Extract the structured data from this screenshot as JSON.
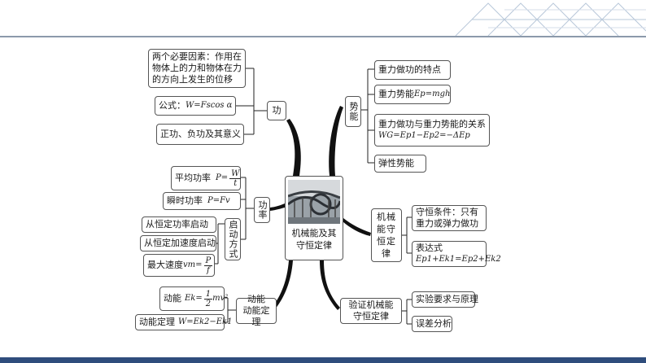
{
  "center": {
    "title": "机械能及其\n守恒定律"
  },
  "branches": {
    "work": {
      "label": "功",
      "items": [
        {
          "text": "两个必要因素：作用在物体上的力和物体在力的方向上发生的位移"
        },
        {
          "label": "公式：",
          "formula": "W=Fscos α"
        },
        {
          "text": "正功、负功及其意义"
        }
      ]
    },
    "power": {
      "label": "功率",
      "items": [
        {
          "label": "平均功率",
          "formula_left": "P=",
          "num": "W",
          "den": "t"
        },
        {
          "label": "瞬时功率",
          "formula": "P=Fv"
        }
      ],
      "startup": {
        "label": "启动方式",
        "items": [
          {
            "text": "从恒定功率启动"
          },
          {
            "text": "从恒定加速度启动"
          },
          {
            "label": "最大速度",
            "formula_left": "vm=",
            "num": "P",
            "den": "f"
          }
        ]
      }
    },
    "kinetic": {
      "label": "动能\n动能定理",
      "items": [
        {
          "label": "动能",
          "formula_left": "Ek=",
          "num": "1",
          "den": "2",
          "formula_right": "mv²"
        },
        {
          "label": "动能定理",
          "formula": "W=Ek2−Ek1"
        }
      ]
    },
    "potential": {
      "label": "势能",
      "items": [
        {
          "text": "重力做功的特点"
        },
        {
          "label": "重力势能",
          "formula": "Ep=mgh"
        },
        {
          "text": "重力做功与重力势能的关系",
          "formula": "WG=Ep1−Ep2=−ΔEp"
        },
        {
          "text": "弹性势能"
        }
      ]
    },
    "conservation": {
      "label": "机械能守恒定律",
      "items": [
        {
          "text": "守恒条件：只有重力或弹力做功"
        },
        {
          "text": "表达式",
          "formula": "Ep1+Ek1=Ep2+Ek2"
        }
      ]
    },
    "verify": {
      "label": "验证机械能\n守恒定律",
      "items": [
        {
          "text": "实验要求与原理"
        },
        {
          "text": "误差分析"
        }
      ]
    }
  }
}
